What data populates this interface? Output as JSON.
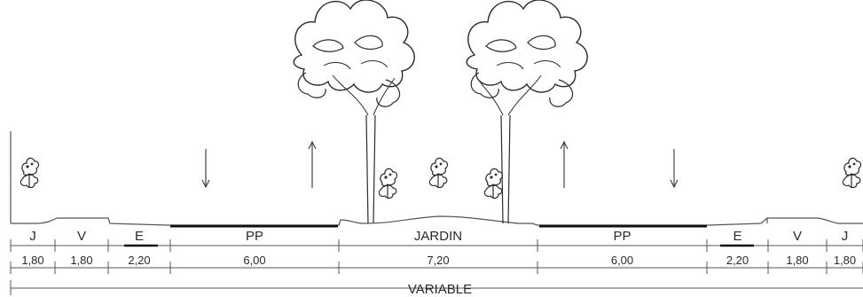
{
  "section": {
    "segments": [
      {
        "code": "J",
        "width": "1,80"
      },
      {
        "code": "V",
        "width": "1,80"
      },
      {
        "code": "E",
        "width": "2,20"
      },
      {
        "code": "PP",
        "width": "6,00"
      },
      {
        "code": "JARDIN",
        "width": "7,20"
      },
      {
        "code": "PP",
        "width": "6,00"
      },
      {
        "code": "E",
        "width": "2,20"
      },
      {
        "code": "V",
        "width": "1,80"
      },
      {
        "code": "J",
        "width": "1,80"
      }
    ],
    "total_label": "VARIABLE",
    "traffic": [
      {
        "lane": "left",
        "direction": "down"
      },
      {
        "lane": "left",
        "direction": "up"
      },
      {
        "lane": "right",
        "direction": "up"
      },
      {
        "lane": "right",
        "direction": "down"
      }
    ]
  },
  "colors": {
    "line": "#333333",
    "paving": "#111111",
    "tree": "#2b2b2b"
  }
}
